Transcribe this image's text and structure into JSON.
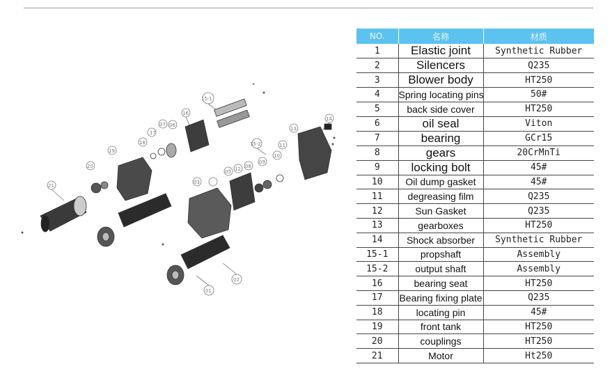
{
  "table": {
    "headers": [
      "NO.",
      "名称",
      "材质"
    ],
    "rows": [
      {
        "no": "1",
        "name": "Elastic joint",
        "material": "Synthetic Rubber"
      },
      {
        "no": "2",
        "name": "Silencers",
        "material": "Q235"
      },
      {
        "no": "3",
        "name": "Blower body",
        "material": "HT250"
      },
      {
        "no": "4",
        "name": "Spring locating pins",
        "material": "50#"
      },
      {
        "no": "5",
        "name": "back side cover",
        "material": "HT250"
      },
      {
        "no": "6",
        "name": "oil seal",
        "material": "Viton"
      },
      {
        "no": "7",
        "name": "bearing",
        "material": "GCr15"
      },
      {
        "no": "8",
        "name": "gears",
        "material": "20CrMnTi"
      },
      {
        "no": "9",
        "name": "locking bolt",
        "material": "45#"
      },
      {
        "no": "10",
        "name": "Oil dump gasket",
        "material": "45#"
      },
      {
        "no": "11",
        "name": "degreasing film",
        "material": "Q235"
      },
      {
        "no": "12",
        "name": "Sun Gasket",
        "material": "Q235"
      },
      {
        "no": "13",
        "name": "gearboxes",
        "material": "HT250"
      },
      {
        "no": "14",
        "name": "Shock absorber",
        "material": "Synthetic Rubber"
      },
      {
        "no": "15-1",
        "name": "propshaft",
        "material": "Assembly"
      },
      {
        "no": "15-2",
        "name": "output shaft",
        "material": "Assembly"
      },
      {
        "no": "16",
        "name": "bearing seat",
        "material": "HT250"
      },
      {
        "no": "17",
        "name": "Bearing fixing plate",
        "material": "Q235"
      },
      {
        "no": "18",
        "name": "locating pin",
        "material": "45#"
      },
      {
        "no": "19",
        "name": "front tank",
        "material": "HT250"
      },
      {
        "no": "20",
        "name": "couplings",
        "material": "HT250"
      },
      {
        "no": "21",
        "name": "Motor",
        "material": "Ht250"
      }
    ]
  },
  "drawing": {
    "labels": [
      "15-1",
      "15-2",
      "16",
      "17",
      "07",
      "06",
      "18",
      "19",
      "20",
      "21",
      "03",
      "02",
      "01",
      "05",
      "08",
      "09",
      "10",
      "11",
      "12",
      "13",
      "14"
    ]
  },
  "colors": {
    "header_bg": "#5cc2ef",
    "rule": "#9a9a9a"
  }
}
